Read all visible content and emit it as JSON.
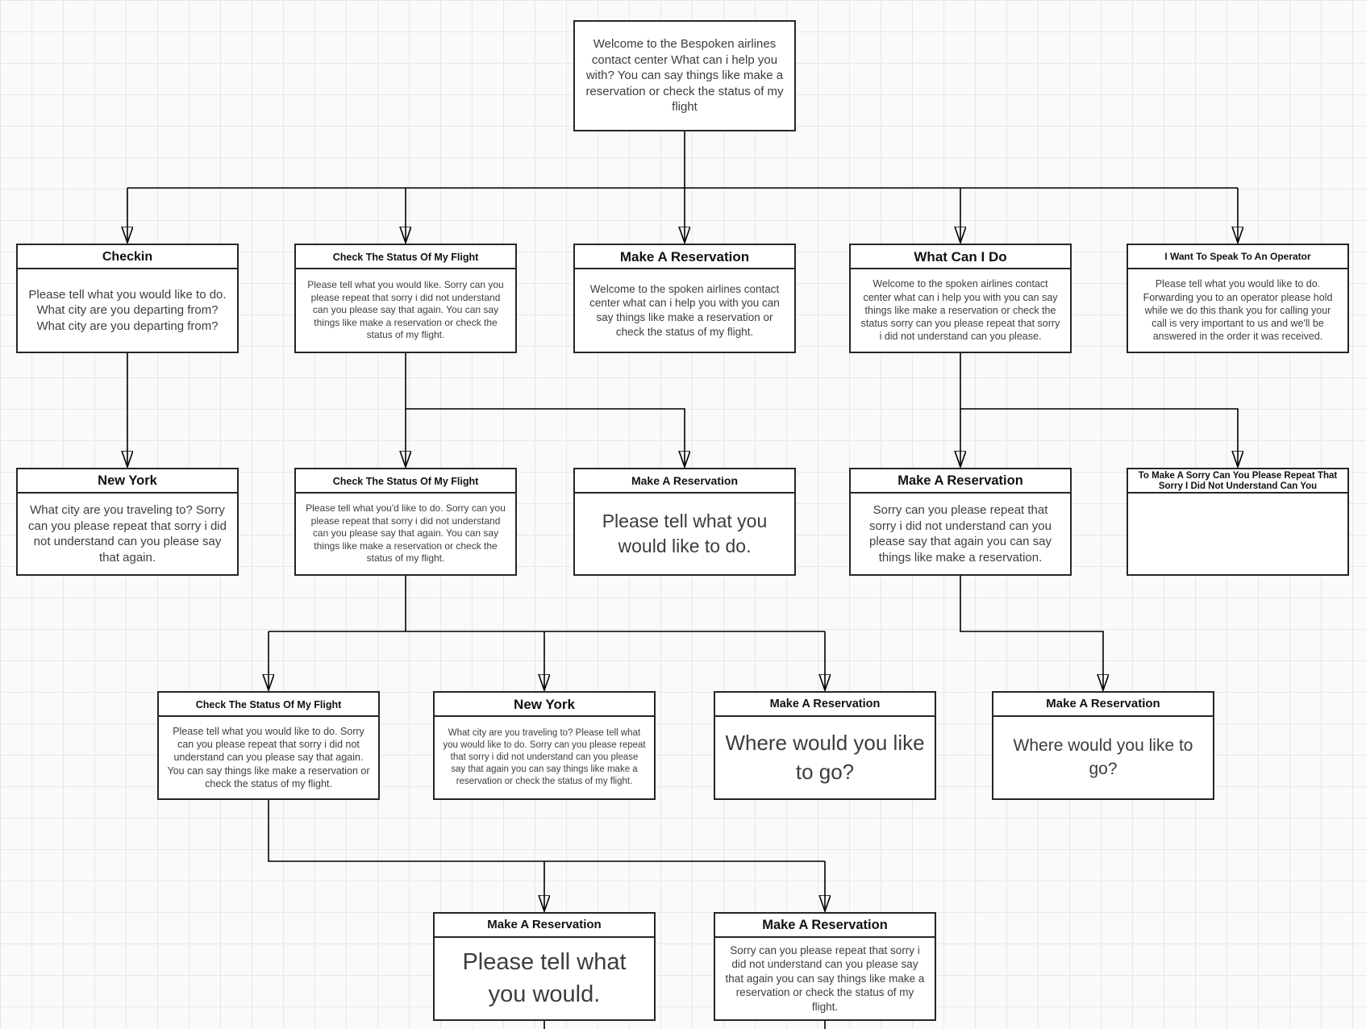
{
  "nodes": {
    "root": {
      "body": "Welcome to the Bespoken airlines contact center What can i help you with? You can say things like make a reservation or check the status of my flight"
    },
    "n1": {
      "title": "Checkin",
      "body": "Please tell what you would like to do. What city are you departing from? What city are you departing from?"
    },
    "n2": {
      "title": "Check The Status Of My Flight",
      "body": "Please tell what you would like. Sorry can you please repeat that sorry i did not understand can you please say that again. You can say things like make a reservation or check the status of my flight."
    },
    "n3": {
      "title": "Make A Reservation",
      "body": "Welcome to the spoken airlines contact center what can i help you with you can say things like make a reservation or check the status of my flight."
    },
    "n4": {
      "title": "What Can I Do",
      "body": "Welcome to the spoken airlines contact center what can i help you with you can say things like make a reservation or check the status sorry can you please repeat that sorry i did not understand can you please."
    },
    "n5": {
      "title": "I Want To Speak To An Operator",
      "body": "Please tell what you would like to do. Forwarding you to an operator please hold while we do this thank you for calling your call is very important to us and we'll be answered in the order it was received."
    },
    "n6": {
      "title": "New York",
      "body": "What city are you traveling to? Sorry can you please repeat that sorry i did not understand can you please say that again."
    },
    "n7": {
      "title": "Check The Status Of My Flight",
      "body": "Please tell what you'd like to do. Sorry can you please repeat that sorry i did not understand can you please say that again. You can say things like make a reservation or check the status of my flight."
    },
    "n8": {
      "title": "Make A Reservation",
      "body": "Please tell what you would like to do."
    },
    "n9": {
      "title": "Make A Reservation",
      "body": "Sorry can you please repeat that sorry i did not understand can you please say that again you can say things like make a reservation."
    },
    "n10": {
      "title": "To Make A Sorry Can You Please Repeat That Sorry I Did Not Understand Can You",
      "body": ""
    },
    "n11": {
      "title": "Check The Status Of My Flight",
      "body": "Please tell what you would like to do. Sorry can you please repeat that sorry i did not understand can you please say that again. You can say things like make a reservation or check the status of my flight."
    },
    "n12": {
      "title": "New York",
      "body": "What city are you traveling to? Please tell what you would like to do. Sorry can you please repeat that sorry i did not understand can you please say that again you can say things like make a reservation or check the status of my flight."
    },
    "n13": {
      "title": "Make A Reservation",
      "body": "Where would you like to go?"
    },
    "n14": {
      "title": "Make A Reservation",
      "body": "Where would you like to go?"
    },
    "n15": {
      "title": "Make A Reservation",
      "body": "Please tell what you would."
    },
    "n16": {
      "title": "Make A Reservation",
      "body": "Sorry can you please repeat that sorry i did not understand can you please say that again you can say things like make a reservation or check the status of my flight."
    }
  },
  "edges": [
    {
      "from": "root",
      "to": "n1"
    },
    {
      "from": "root",
      "to": "n2"
    },
    {
      "from": "root",
      "to": "n3"
    },
    {
      "from": "root",
      "to": "n4"
    },
    {
      "from": "root",
      "to": "n5"
    },
    {
      "from": "n1",
      "to": "n6"
    },
    {
      "from": "n2",
      "to": "n7"
    },
    {
      "from": "n2",
      "to": "n8"
    },
    {
      "from": "n4",
      "to": "n9"
    },
    {
      "from": "n4",
      "to": "n10"
    },
    {
      "from": "n7",
      "to": "n11"
    },
    {
      "from": "n7",
      "to": "n12"
    },
    {
      "from": "n7",
      "to": "n13"
    },
    {
      "from": "n9",
      "to": "n14"
    },
    {
      "from": "n11",
      "to": "n15"
    },
    {
      "from": "n11",
      "to": "n16"
    }
  ],
  "colors": {
    "node_border": "#262626",
    "title_text": "#111111",
    "body_text": "#3d3d3d",
    "grid_line": "#e7e7e7",
    "connector": "#000000"
  }
}
